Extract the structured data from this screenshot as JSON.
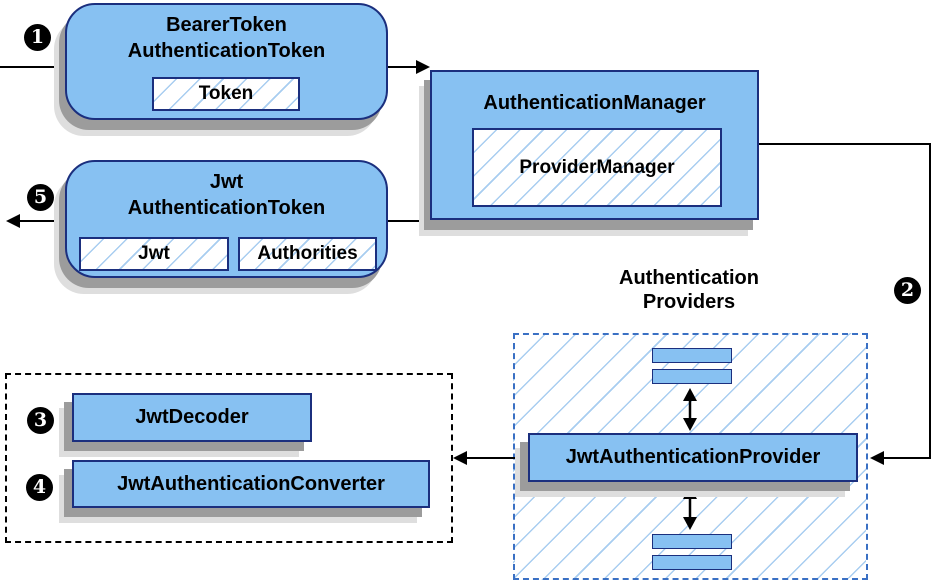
{
  "colors": {
    "box_fill": "#87c1f2",
    "box_border": "#1b2f7e",
    "hatch_line": "#a8cdf0",
    "dashed_container_border": "#3a70c4",
    "dotted_container_border": "#000000",
    "shadow": "#9c9c9c",
    "connector": "#000000"
  },
  "badges": {
    "step1": "1",
    "step2": "2",
    "step3": "3",
    "step4": "4",
    "step5": "5"
  },
  "bearer_token": {
    "title_line1": "BearerToken",
    "title_line2": "AuthenticationToken",
    "inner": "Token"
  },
  "jwt_token": {
    "title_line1": "Jwt",
    "title_line2": "AuthenticationToken",
    "inner_jwt": "Jwt",
    "inner_authorities": "Authorities"
  },
  "auth_manager": {
    "title": "AuthenticationManager",
    "inner": "ProviderManager"
  },
  "providers": {
    "label": "Authentication Providers",
    "provider": "JwtAuthenticationProvider"
  },
  "decoder_group": {
    "decoder": "JwtDecoder",
    "converter": "JwtAuthenticationConverter"
  }
}
